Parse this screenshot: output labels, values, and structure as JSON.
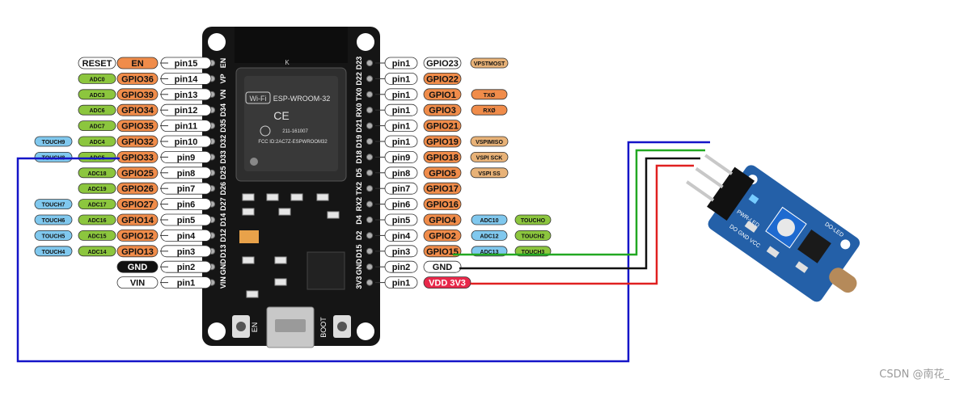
{
  "board": {
    "module_label": "ESP-WROOM-32",
    "cert_id": "211-161007",
    "fcc_id": "FCC ID:2AC7Z-ESPWROOM32",
    "ce_mark": "CE",
    "k_mark": "K",
    "button_en": "EN",
    "button_boot": "BOOT"
  },
  "left_pins": [
    {
      "silk": "EN",
      "pin": "pin15",
      "name": "EN",
      "extra": [
        {
          "text": "RESET",
          "type": "white"
        }
      ]
    },
    {
      "silk": "VP",
      "pin": "pin14",
      "name": "GPIO36",
      "extra": [
        {
          "text": "ADC0",
          "type": "green"
        }
      ]
    },
    {
      "silk": "VN",
      "pin": "pin13",
      "name": "GPIO39",
      "extra": [
        {
          "text": "ADC3",
          "type": "green"
        }
      ]
    },
    {
      "silk": "D34",
      "pin": "pin12",
      "name": "GPIO34",
      "extra": [
        {
          "text": "ADC6",
          "type": "green"
        }
      ]
    },
    {
      "silk": "D35",
      "pin": "pin11",
      "name": "GPIO35",
      "extra": [
        {
          "text": "ADC7",
          "type": "green"
        }
      ]
    },
    {
      "silk": "D32",
      "pin": "pin10",
      "name": "GPIO32",
      "extra": [
        {
          "text": "ADC4",
          "type": "green"
        },
        {
          "text": "TOUCH9",
          "type": "blue"
        }
      ]
    },
    {
      "silk": "D33",
      "pin": "pin9",
      "name": "GPIO33",
      "extra": [
        {
          "text": "ADC5",
          "type": "green"
        },
        {
          "text": "TOUCH8",
          "type": "blue"
        }
      ]
    },
    {
      "silk": "D25",
      "pin": "pin8",
      "name": "GPIO25",
      "extra": [
        {
          "text": "ADC18",
          "type": "green"
        }
      ]
    },
    {
      "silk": "D26",
      "pin": "pin7",
      "name": "GPIO26",
      "extra": [
        {
          "text": "ADC19",
          "type": "green"
        }
      ]
    },
    {
      "silk": "D27",
      "pin": "pin6",
      "name": "GPIO27",
      "extra": [
        {
          "text": "ADC17",
          "type": "green"
        },
        {
          "text": "TOUCH7",
          "type": "blue"
        }
      ]
    },
    {
      "silk": "D14",
      "pin": "pin5",
      "name": "GPIO14",
      "extra": [
        {
          "text": "ADC16",
          "type": "green"
        },
        {
          "text": "TOUCH6",
          "type": "blue"
        }
      ]
    },
    {
      "silk": "D12",
      "pin": "pin4",
      "name": "GPIO12",
      "extra": [
        {
          "text": "ADC15",
          "type": "green"
        },
        {
          "text": "TOUCH5",
          "type": "blue"
        }
      ]
    },
    {
      "silk": "D13",
      "pin": "pin3",
      "name": "GPIO13",
      "extra": [
        {
          "text": "ADC14",
          "type": "green"
        },
        {
          "text": "TOUCH4",
          "type": "blue"
        }
      ]
    },
    {
      "silk": "GND",
      "pin": "pin2",
      "name": "GND",
      "name_type": "black",
      "extra": []
    },
    {
      "silk": "VIN",
      "pin": "pin1",
      "name": "VIN",
      "name_type": "white",
      "extra": []
    }
  ],
  "right_pins": [
    {
      "silk": "D23",
      "pin": "pin1",
      "name": "GPIO23",
      "name_type": "white",
      "extra": [
        {
          "text": "VPSTMOST",
          "type": "tan"
        }
      ]
    },
    {
      "silk": "D22",
      "pin": "pin1",
      "name": "GPIO22",
      "extra": []
    },
    {
      "silk": "TX0",
      "pin": "pin1",
      "name": "GPIO1",
      "extra": [
        {
          "text": "TXØ",
          "type": "orange"
        }
      ]
    },
    {
      "silk": "RX0",
      "pin": "pin1",
      "name": "GPIO3",
      "extra": [
        {
          "text": "RXØ",
          "type": "orange"
        }
      ]
    },
    {
      "silk": "D21",
      "pin": "pin1",
      "name": "GPIO21",
      "extra": []
    },
    {
      "silk": "D19",
      "pin": "pin1",
      "name": "GPIO19",
      "extra": [
        {
          "text": "VSPIMISO",
          "type": "tan"
        }
      ]
    },
    {
      "silk": "D18",
      "pin": "pin9",
      "name": "GPIO18",
      "extra": [
        {
          "text": "VSPI SCK",
          "type": "tan"
        }
      ]
    },
    {
      "silk": "D5",
      "pin": "pin8",
      "name": "GPIO5",
      "extra": [
        {
          "text": "VSPI SS",
          "type": "tan"
        }
      ]
    },
    {
      "silk": "TX2",
      "pin": "pin7",
      "name": "GPIO17",
      "extra": []
    },
    {
      "silk": "RX2",
      "pin": "pin6",
      "name": "GPIO16",
      "extra": []
    },
    {
      "silk": "D4",
      "pin": "pin5",
      "name": "GPIO4",
      "extra": [
        {
          "text": "ADC10",
          "type": "blue"
        },
        {
          "text": "TOUCHO",
          "type": "green"
        }
      ]
    },
    {
      "silk": "D2",
      "pin": "pin4",
      "name": "GPIO2",
      "extra": [
        {
          "text": "ADC12",
          "type": "blue"
        },
        {
          "text": "TOUCH2",
          "type": "green"
        }
      ]
    },
    {
      "silk": "D15",
      "pin": "pin3",
      "name": "GPIO15",
      "extra": [
        {
          "text": "ADC13",
          "type": "blue"
        },
        {
          "text": "TOUCH3",
          "type": "green"
        }
      ]
    },
    {
      "silk": "GND",
      "pin": "pin2",
      "name": "GND",
      "name_type": "white",
      "extra": []
    },
    {
      "silk": "3V3",
      "pin": "pin1",
      "name": "VDD 3V3",
      "name_type": "red",
      "extra": []
    }
  ],
  "sensor": {
    "pin_label": "DO GND VCC",
    "led_label": "DO-LED",
    "pwr_label": "PWR-LED"
  },
  "wires": [
    {
      "name": "do-wire",
      "color": "#1414c8"
    },
    {
      "name": "vcc-wire",
      "color": "#e02020"
    },
    {
      "name": "gnd-wire",
      "color": "#111111"
    },
    {
      "name": "signal-wire",
      "color": "#22a822"
    }
  ],
  "colors": {
    "orange": "#f08c4a",
    "green": "#8cc63e",
    "blue": "#80c8ee",
    "tan": "#e8b277",
    "red": "#e8284a",
    "black": "#111111",
    "board": "#151515",
    "pcb": "#2460a8"
  },
  "watermark": "CSDN @南花_"
}
